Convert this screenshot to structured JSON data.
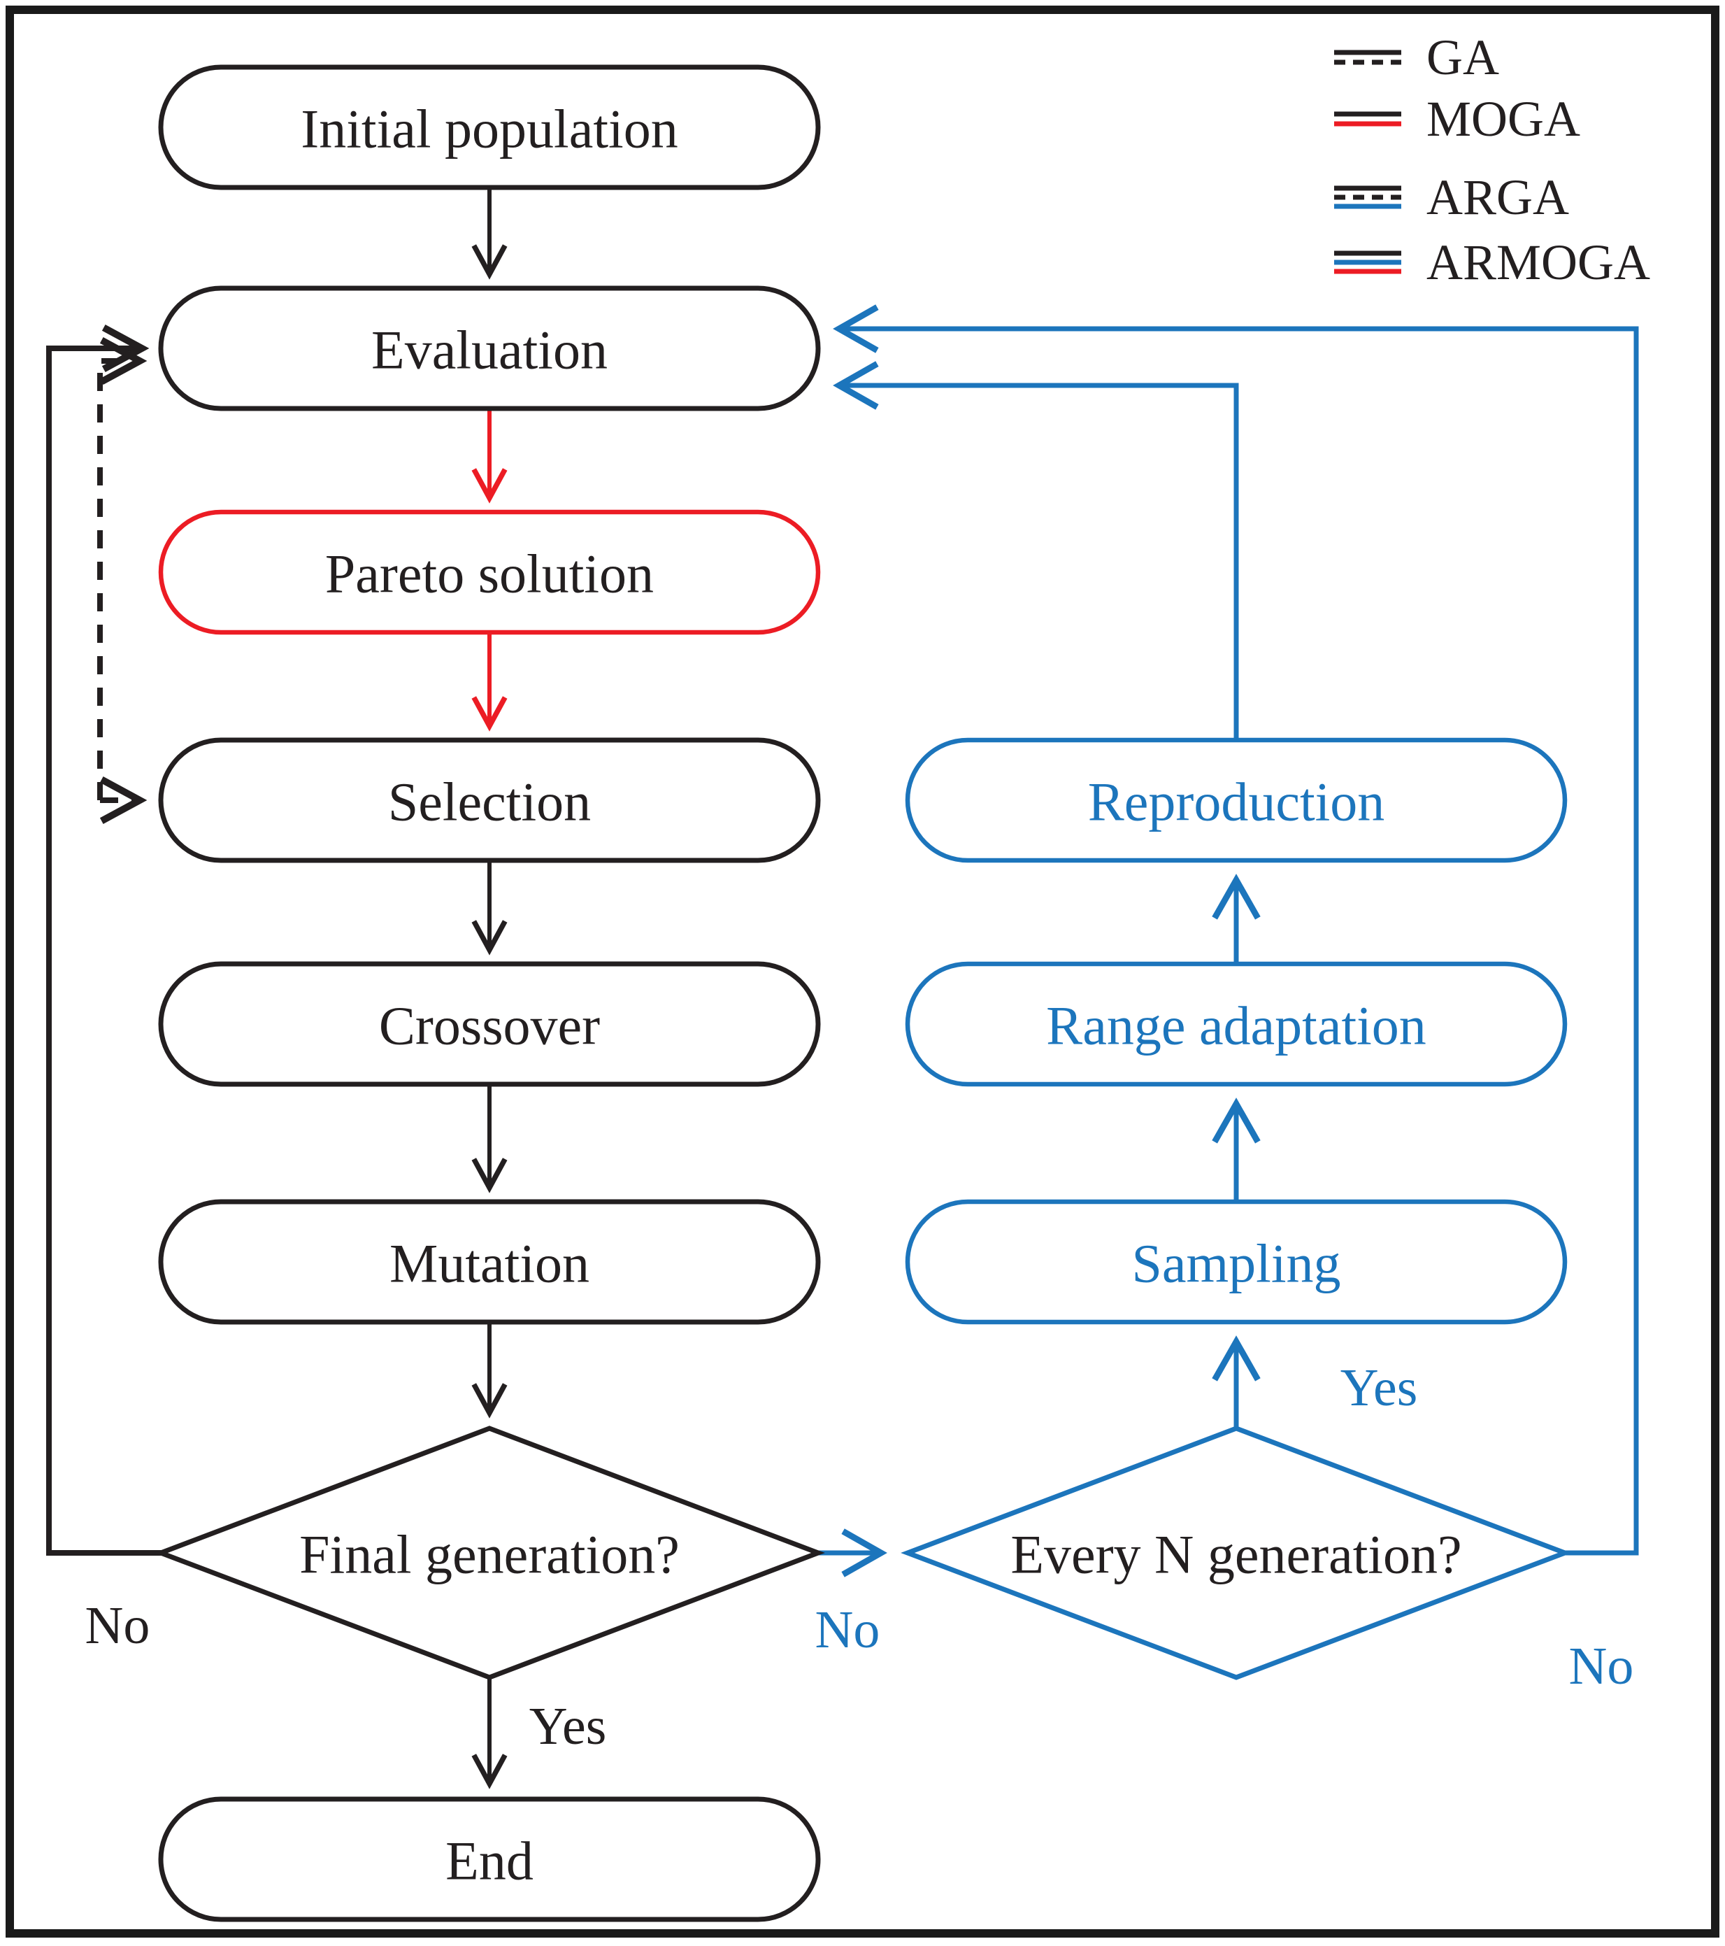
{
  "figure": {
    "type": "flowchart",
    "colors": {
      "line_black": "#231f20",
      "accent_red": "#ec1c24",
      "accent_blue": "#1c75bc",
      "background": "#ffffff"
    },
    "nodes": {
      "initial_population": {
        "label": "Initial population",
        "style": "black"
      },
      "evaluation": {
        "label": "Evaluation",
        "style": "black"
      },
      "pareto_solution": {
        "label": "Pareto solution",
        "style": "red"
      },
      "selection": {
        "label": "Selection",
        "style": "black"
      },
      "crossover": {
        "label": "Crossover",
        "style": "black"
      },
      "mutation": {
        "label": "Mutation",
        "style": "black"
      },
      "final_generation": {
        "label": "Final generation?",
        "style": "black-diamond"
      },
      "end": {
        "label": "End",
        "style": "black"
      },
      "reproduction": {
        "label": "Reproduction",
        "style": "blue"
      },
      "range_adaptation": {
        "label": "Range adaptation",
        "style": "blue"
      },
      "sampling": {
        "label": "Sampling",
        "style": "blue"
      },
      "every_n_generation": {
        "label": "Every N generation?",
        "style": "blue-diamond"
      }
    },
    "edge_labels": {
      "final_no_left": "No",
      "final_yes": "Yes",
      "final_no_right": "No",
      "every_yes": "Yes",
      "every_no_right": "No"
    },
    "legend": {
      "items": [
        {
          "label": "GA",
          "lines": [
            "black-solid",
            "black-dashed"
          ]
        },
        {
          "label": "MOGA",
          "lines": [
            "black-solid",
            "red-solid"
          ]
        },
        {
          "label": "ARGA",
          "lines": [
            "black-solid",
            "black-dashed",
            "blue-solid"
          ]
        },
        {
          "label": "ARMOGA",
          "lines": [
            "black-solid",
            "blue-solid",
            "red-solid"
          ]
        }
      ]
    }
  }
}
